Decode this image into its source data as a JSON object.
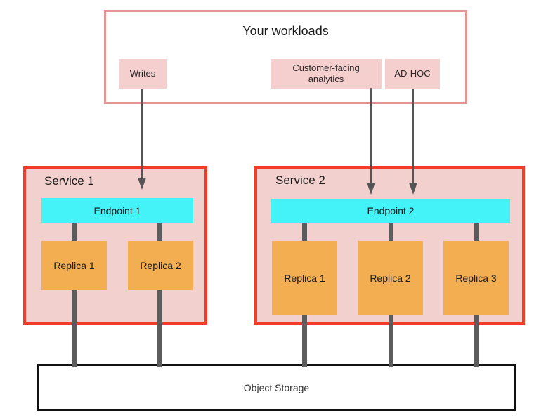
{
  "workloads": {
    "title": "Your workloads",
    "items": [
      {
        "label": "Writes"
      },
      {
        "label": "Customer-facing analytics"
      },
      {
        "label": "AD-HOC"
      }
    ]
  },
  "services": [
    {
      "name": "Service 1",
      "endpoint": "Endpoint 1",
      "replicas": [
        {
          "label": "Replica 1"
        },
        {
          "label": "Replica 2"
        }
      ]
    },
    {
      "name": "Service 2",
      "endpoint": "Endpoint 2",
      "replicas": [
        {
          "label": "Replica 1"
        },
        {
          "label": "Replica 2"
        },
        {
          "label": "Replica 3"
        }
      ]
    }
  ],
  "storage": {
    "label": "Object Storage"
  },
  "colors": {
    "workloads_border": "#e19693",
    "workload_box_fill": "#f4cfcd",
    "service_border": "#f43b28",
    "service_fill": "#f2d0cd",
    "endpoint_fill": "#43f3f8",
    "replica_fill": "#f4ae52",
    "connector": "#5c5c5c",
    "arrow": "#555555",
    "storage_border": "#111111",
    "text": "#1f1f1f"
  }
}
